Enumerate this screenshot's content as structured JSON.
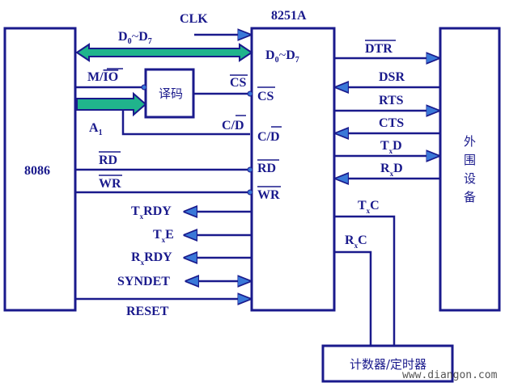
{
  "colors": {
    "line": "#1a1a8c",
    "bus": "#20b48c",
    "arrow": "#3a78d8"
  },
  "blocks": {
    "cpu": "8086",
    "usart": "8251A",
    "decoder": "译码",
    "peripheral": [
      "外",
      "围",
      "设",
      "备"
    ],
    "timer": "计数器/定时器"
  },
  "signals": {
    "clk": "CLK",
    "data_bus_cpu": {
      "base": "D",
      "sub0": "0",
      "tilde": "~",
      "sub7": "7"
    },
    "m_io": {
      "prefix": "M/",
      "bar": "IO"
    },
    "a1": {
      "base": "A",
      "sub": "1"
    },
    "cs_in": "CS",
    "cs_pin": "CS",
    "cd_in": {
      "prefix": "C/",
      "bar": "D"
    },
    "cd_pin": {
      "prefix": "C/",
      "bar": "D"
    },
    "rd_in": "RD",
    "rd_pin": "RD",
    "wr_in": "WR",
    "wr_pin": "WR",
    "txrdy": {
      "base": "T",
      "sub": "x",
      "rest": "RDY"
    },
    "txe": {
      "base": "T",
      "sub": "x",
      "rest": "E"
    },
    "rxrdy": {
      "base": "R",
      "sub": "x",
      "rest": "RDY"
    },
    "syndet": "SYNDET",
    "reset": "RESET",
    "dtr": "DTR",
    "dsr": "DSR",
    "rts": "RTS",
    "cts": "CTS",
    "txd": {
      "base": "T",
      "sub": "x",
      "rest": "D"
    },
    "rxd": {
      "base": "R",
      "sub": "x",
      "rest": "D"
    },
    "txc": {
      "base": "T",
      "sub": "x",
      "rest": "C"
    },
    "rxc": {
      "base": "R",
      "sub": "x",
      "rest": "C"
    }
  },
  "watermark": "www.diangon.com"
}
